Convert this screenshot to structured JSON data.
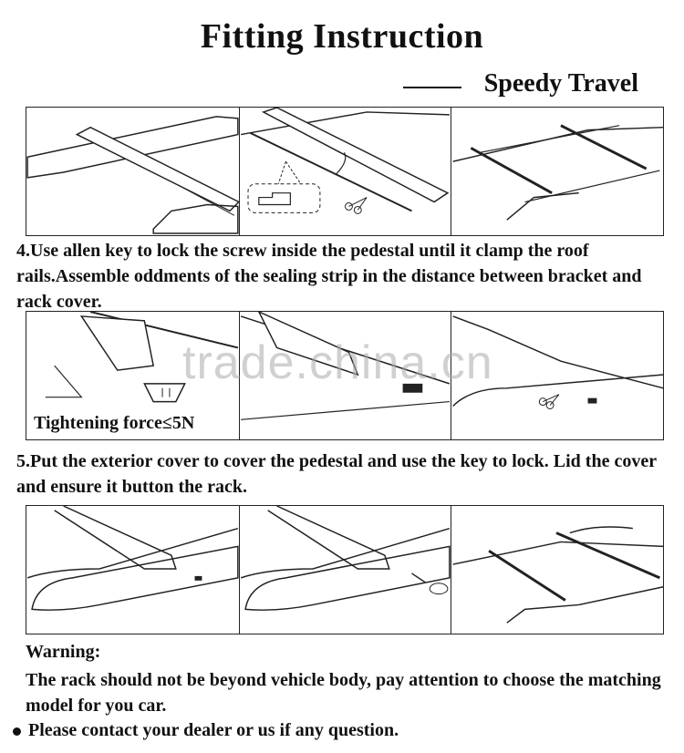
{
  "header": {
    "title": "Fitting Instruction",
    "brand": "Speedy Travel"
  },
  "step4": {
    "text": "4.Use allen key to lock the screw inside the pedestal until it clamp the roof rails.Assemble oddments of the sealing strip in the distance between bracket and rack cover."
  },
  "step4_figures": {
    "tightening_label": "Tightening force≤5N"
  },
  "step5": {
    "text": "5.Put the exterior cover to cover the pedestal and use the key to lock. Lid the cover and ensure it button the rack."
  },
  "warning": {
    "title": "Warning:",
    "text": "The rack should not be beyond vehicle body,  pay attention to choose the matching model for you car."
  },
  "contact": {
    "text": "Please contact your dealer or us if any question."
  },
  "watermark": {
    "text": "trade.china.cn"
  }
}
